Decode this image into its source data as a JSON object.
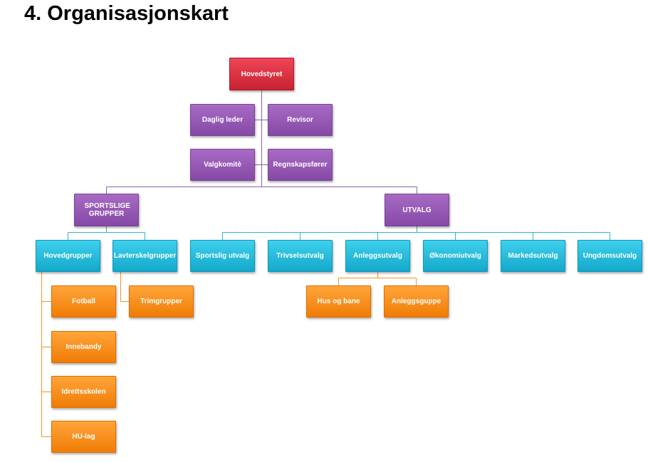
{
  "title": "4. Organisasjonskart",
  "org": {
    "hovedstyret": "Hovedstyret",
    "daglig_leder": "Daglig leder",
    "revisor": "Revisor",
    "valgkomite": "Valgkomitè",
    "regnskapsforer": "Regnskapsfører",
    "sportslige_grupper": "SPORTSLIGE GRUPPER",
    "utvalg": "UTVALG",
    "hovedgrupper": "Hovedgrupper",
    "lavterskelgrupper": "Lavterskelgrupper",
    "hovedgrupper_items": [
      "Fotball",
      "Innebandy",
      "Idrettsskolen",
      "HU-lag"
    ],
    "trimgrupper": "Trimgrupper",
    "utvalg_items": [
      "Sportslig utvalg",
      "Trivselsutvalg",
      "Anleggsutvalg",
      "Økonomiutvalg",
      "Markedsutvalg",
      "Ungdomsutvalg"
    ],
    "anlegg_items": [
      "Hus og bane",
      "Anleggsguppe"
    ]
  },
  "colors": {
    "top_level": "#d92f41",
    "staff_level": "#9558b6",
    "group_level": "#1cb8d8",
    "leaf_level": "#f58c1a",
    "connector_purple": "#8a63a6",
    "connector_cyan": "#2fb3cf",
    "connector_orange": "#f0951e"
  }
}
